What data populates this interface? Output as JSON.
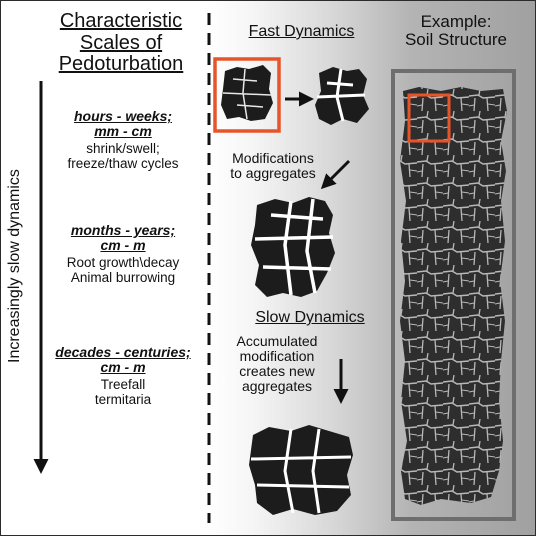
{
  "left_column": {
    "heading": [
      "Characteristic",
      "Scales of",
      "Pedoturbation"
    ],
    "scales": [
      {
        "range": [
          "hours - weeks;",
          "mm - cm"
        ],
        "processes": [
          "shrink/swell;",
          "freeze/thaw cycles"
        ]
      },
      {
        "range": [
          "months - years;",
          "cm - m"
        ],
        "processes": [
          "Root growth\\decay",
          "Animal burrowing"
        ]
      },
      {
        "range": [
          "decades - centuries;",
          "cm - m"
        ],
        "processes": [
          "Treefall",
          "termitaria"
        ]
      }
    ],
    "axis_label": "Increasingly slow dynamics"
  },
  "middle_column": {
    "fast_heading": "Fast Dynamics",
    "fast_caption": [
      "Modifications",
      "to aggregates"
    ],
    "slow_heading": "Slow Dynamics",
    "slow_caption": [
      "Accumulated",
      "modification",
      "creates new",
      "aggregates"
    ]
  },
  "right_column": {
    "heading": [
      "Example:",
      "Soil Structure"
    ]
  },
  "colors": {
    "highlight_box": "#e8542a",
    "aggregate": "#1c1c1c",
    "example_panel_border": "#6e6e6e",
    "background_gradient_end": "#a0a0a0"
  }
}
